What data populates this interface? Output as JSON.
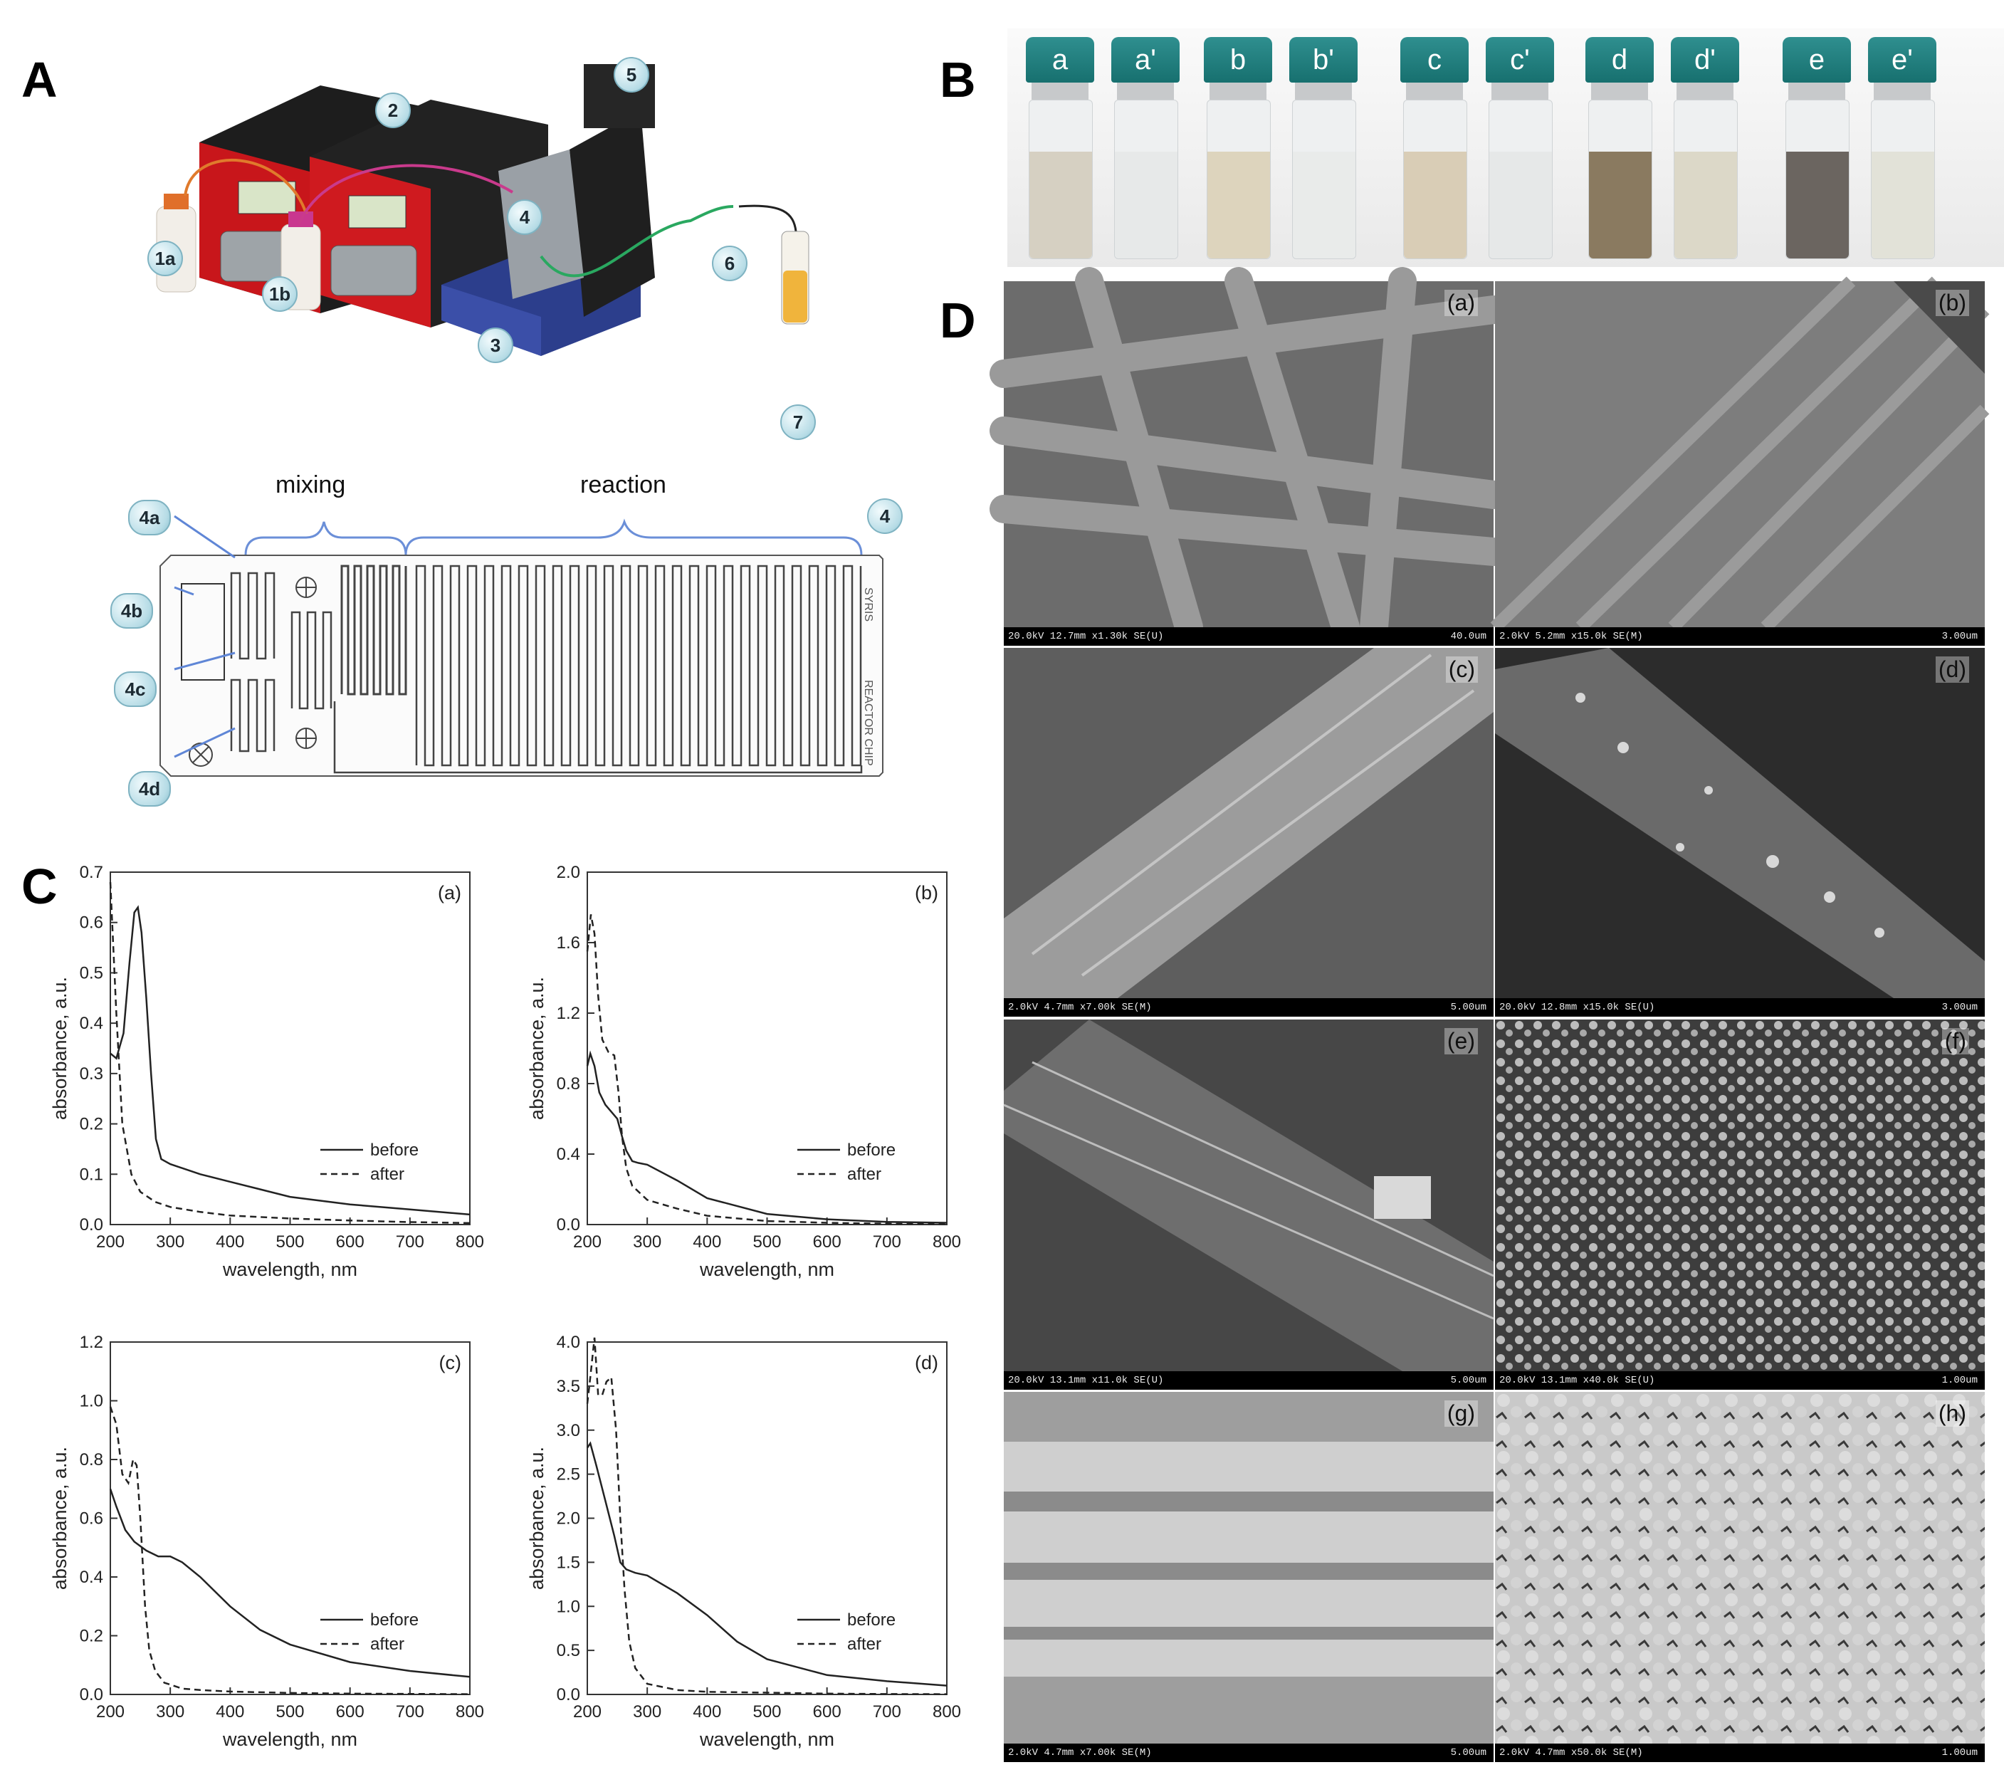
{
  "panels": {
    "A": "A",
    "B": "B",
    "C": "C",
    "D": "D"
  },
  "setup_labels": [
    "1a",
    "1b",
    "2",
    "3",
    "4",
    "5",
    "6",
    "7"
  ],
  "chip": {
    "mixing": "mixing",
    "reaction": "reaction",
    "label_4": "4",
    "labels": [
      "4a",
      "4b",
      "4c",
      "4d"
    ],
    "side_text_1": "SYRIS",
    "side_text_2": "REACTOR CHIP"
  },
  "vials": [
    {
      "label": "a",
      "color": "#d6d0c2"
    },
    {
      "label": "a'",
      "color": "#e7e9e9"
    },
    {
      "label": "b",
      "color": "#ddd4bd"
    },
    {
      "label": "b'",
      "color": "#e9ebea"
    },
    {
      "label": "c",
      "color": "#d9cdb6"
    },
    {
      "label": "c'",
      "color": "#e6e8e8"
    },
    {
      "label": "d",
      "color": "#8a7a60"
    },
    {
      "label": "d'",
      "color": "#dcd8c8"
    },
    {
      "label": "e",
      "color": "#6b6560"
    },
    {
      "label": "e'",
      "color": "#e2e2d8"
    }
  ],
  "chart_data": [
    {
      "type": "line",
      "label": "(a)",
      "xlabel": "wavelength, nm",
      "ylabel": "absorbance, a.u.",
      "xlim": [
        200,
        800
      ],
      "ylim": [
        0,
        0.7
      ],
      "xticks": [
        200,
        300,
        400,
        500,
        600,
        700,
        800
      ],
      "yticks": [
        0.0,
        0.1,
        0.2,
        0.3,
        0.4,
        0.5,
        0.6,
        0.7
      ],
      "series": [
        {
          "name": "before",
          "style": "solid",
          "x": [
            200,
            210,
            222,
            232,
            240,
            246,
            252,
            260,
            268,
            276,
            285,
            300,
            350,
            400,
            450,
            500,
            600,
            700,
            800
          ],
          "y": [
            0.34,
            0.33,
            0.38,
            0.52,
            0.62,
            0.63,
            0.58,
            0.45,
            0.3,
            0.17,
            0.13,
            0.12,
            0.1,
            0.085,
            0.07,
            0.055,
            0.04,
            0.03,
            0.02
          ]
        },
        {
          "name": "after",
          "style": "dashed",
          "x": [
            200,
            210,
            220,
            235,
            250,
            275,
            300,
            350,
            400,
            500,
            600,
            700,
            800
          ],
          "y": [
            0.68,
            0.42,
            0.2,
            0.1,
            0.065,
            0.045,
            0.035,
            0.025,
            0.018,
            0.012,
            0.008,
            0.005,
            0.003
          ]
        }
      ]
    },
    {
      "type": "line",
      "label": "(b)",
      "xlabel": "wavelength, nm",
      "ylabel": "absorbance, a.u.",
      "xlim": [
        200,
        800
      ],
      "ylim": [
        0,
        2.0
      ],
      "xticks": [
        200,
        300,
        400,
        500,
        600,
        700,
        800
      ],
      "yticks": [
        0.0,
        0.4,
        0.8,
        1.2,
        1.6,
        2.0
      ],
      "series": [
        {
          "name": "before",
          "style": "solid",
          "x": [
            200,
            205,
            212,
            220,
            230,
            240,
            250,
            258,
            265,
            275,
            285,
            300,
            350,
            400,
            500,
            600,
            700,
            800
          ],
          "y": [
            0.9,
            0.97,
            0.9,
            0.75,
            0.68,
            0.64,
            0.6,
            0.5,
            0.42,
            0.36,
            0.35,
            0.34,
            0.25,
            0.15,
            0.06,
            0.03,
            0.015,
            0.01
          ]
        },
        {
          "name": "after",
          "style": "dashed",
          "x": [
            200,
            206,
            212,
            218,
            225,
            235,
            245,
            252,
            258,
            265,
            275,
            300,
            350,
            400,
            500,
            600,
            700,
            800
          ],
          "y": [
            1.55,
            1.76,
            1.65,
            1.3,
            1.05,
            0.98,
            0.96,
            0.75,
            0.5,
            0.32,
            0.22,
            0.14,
            0.09,
            0.05,
            0.02,
            0.01,
            0.005,
            0.003
          ]
        }
      ]
    },
    {
      "type": "line",
      "label": "(c)",
      "xlabel": "wavelength, nm",
      "ylabel": "absorbance, a.u.",
      "xlim": [
        200,
        800
      ],
      "ylim": [
        0,
        1.2
      ],
      "xticks": [
        200,
        300,
        400,
        500,
        600,
        700,
        800
      ],
      "yticks": [
        0.0,
        0.2,
        0.4,
        0.6,
        0.8,
        1.0,
        1.2
      ],
      "series": [
        {
          "name": "before",
          "style": "solid",
          "x": [
            200,
            210,
            225,
            240,
            260,
            280,
            300,
            320,
            350,
            400,
            450,
            500,
            600,
            700,
            800
          ],
          "y": [
            0.7,
            0.64,
            0.56,
            0.52,
            0.49,
            0.47,
            0.47,
            0.45,
            0.4,
            0.3,
            0.22,
            0.17,
            0.11,
            0.08,
            0.06
          ]
        },
        {
          "name": "after",
          "style": "dashed",
          "x": [
            200,
            210,
            220,
            230,
            238,
            244,
            250,
            258,
            265,
            275,
            290,
            320,
            350,
            400,
            500,
            600,
            700,
            800
          ],
          "y": [
            0.98,
            0.92,
            0.75,
            0.72,
            0.8,
            0.78,
            0.6,
            0.3,
            0.15,
            0.08,
            0.04,
            0.02,
            0.015,
            0.01,
            0.005,
            0.003,
            0.002,
            0.001
          ]
        }
      ]
    },
    {
      "type": "line",
      "label": "(d)",
      "xlabel": "wavelength, nm",
      "ylabel": "absorbance, a.u.",
      "xlim": [
        200,
        800
      ],
      "ylim": [
        0,
        4.0
      ],
      "xticks": [
        200,
        300,
        400,
        500,
        600,
        700,
        800
      ],
      "yticks": [
        0.0,
        0.5,
        1.0,
        1.5,
        2.0,
        2.5,
        3.0,
        3.5,
        4.0
      ],
      "series": [
        {
          "name": "before",
          "style": "solid",
          "x": [
            200,
            205,
            215,
            230,
            245,
            255,
            265,
            280,
            300,
            350,
            400,
            450,
            500,
            600,
            700,
            800
          ],
          "y": [
            2.8,
            2.85,
            2.6,
            2.2,
            1.8,
            1.5,
            1.42,
            1.38,
            1.35,
            1.15,
            0.9,
            0.6,
            0.4,
            0.22,
            0.15,
            0.1
          ]
        },
        {
          "name": "after",
          "style": "dashed",
          "x": [
            200,
            205,
            212,
            218,
            225,
            232,
            240,
            248,
            255,
            262,
            270,
            280,
            300,
            350,
            400,
            500,
            600,
            700,
            800
          ],
          "y": [
            3.3,
            3.6,
            4.05,
            3.4,
            3.4,
            3.55,
            3.6,
            3.0,
            2.0,
            1.2,
            0.6,
            0.3,
            0.12,
            0.05,
            0.03,
            0.02,
            0.01,
            0.005,
            0.003
          ]
        }
      ]
    }
  ],
  "sem": [
    {
      "label": "(a)",
      "left": "20.0kV 12.7mm x1.30k SE(U)",
      "right": "40.0um"
    },
    {
      "label": "(b)",
      "left": "2.0kV 5.2mm x15.0k SE(M)",
      "right": "3.00um"
    },
    {
      "label": "(c)",
      "left": "2.0kV 4.7mm x7.00k SE(M)",
      "right": "5.00um"
    },
    {
      "label": "(d)",
      "left": "20.0kV 12.8mm x15.0k SE(U)",
      "right": "3.00um"
    },
    {
      "label": "(e)",
      "left": "20.0kV 13.1mm x11.0k SE(U)",
      "right": "5.00um"
    },
    {
      "label": "(f)",
      "left": "20.0kV 13.1mm x40.0k SE(U)",
      "right": "1.00um"
    },
    {
      "label": "(g)",
      "left": "2.0kV 4.7mm x7.00k SE(M)",
      "right": "5.00um"
    },
    {
      "label": "(h)",
      "left": "2.0kV 4.7mm x50.0k SE(M)",
      "right": "1.00um"
    }
  ]
}
